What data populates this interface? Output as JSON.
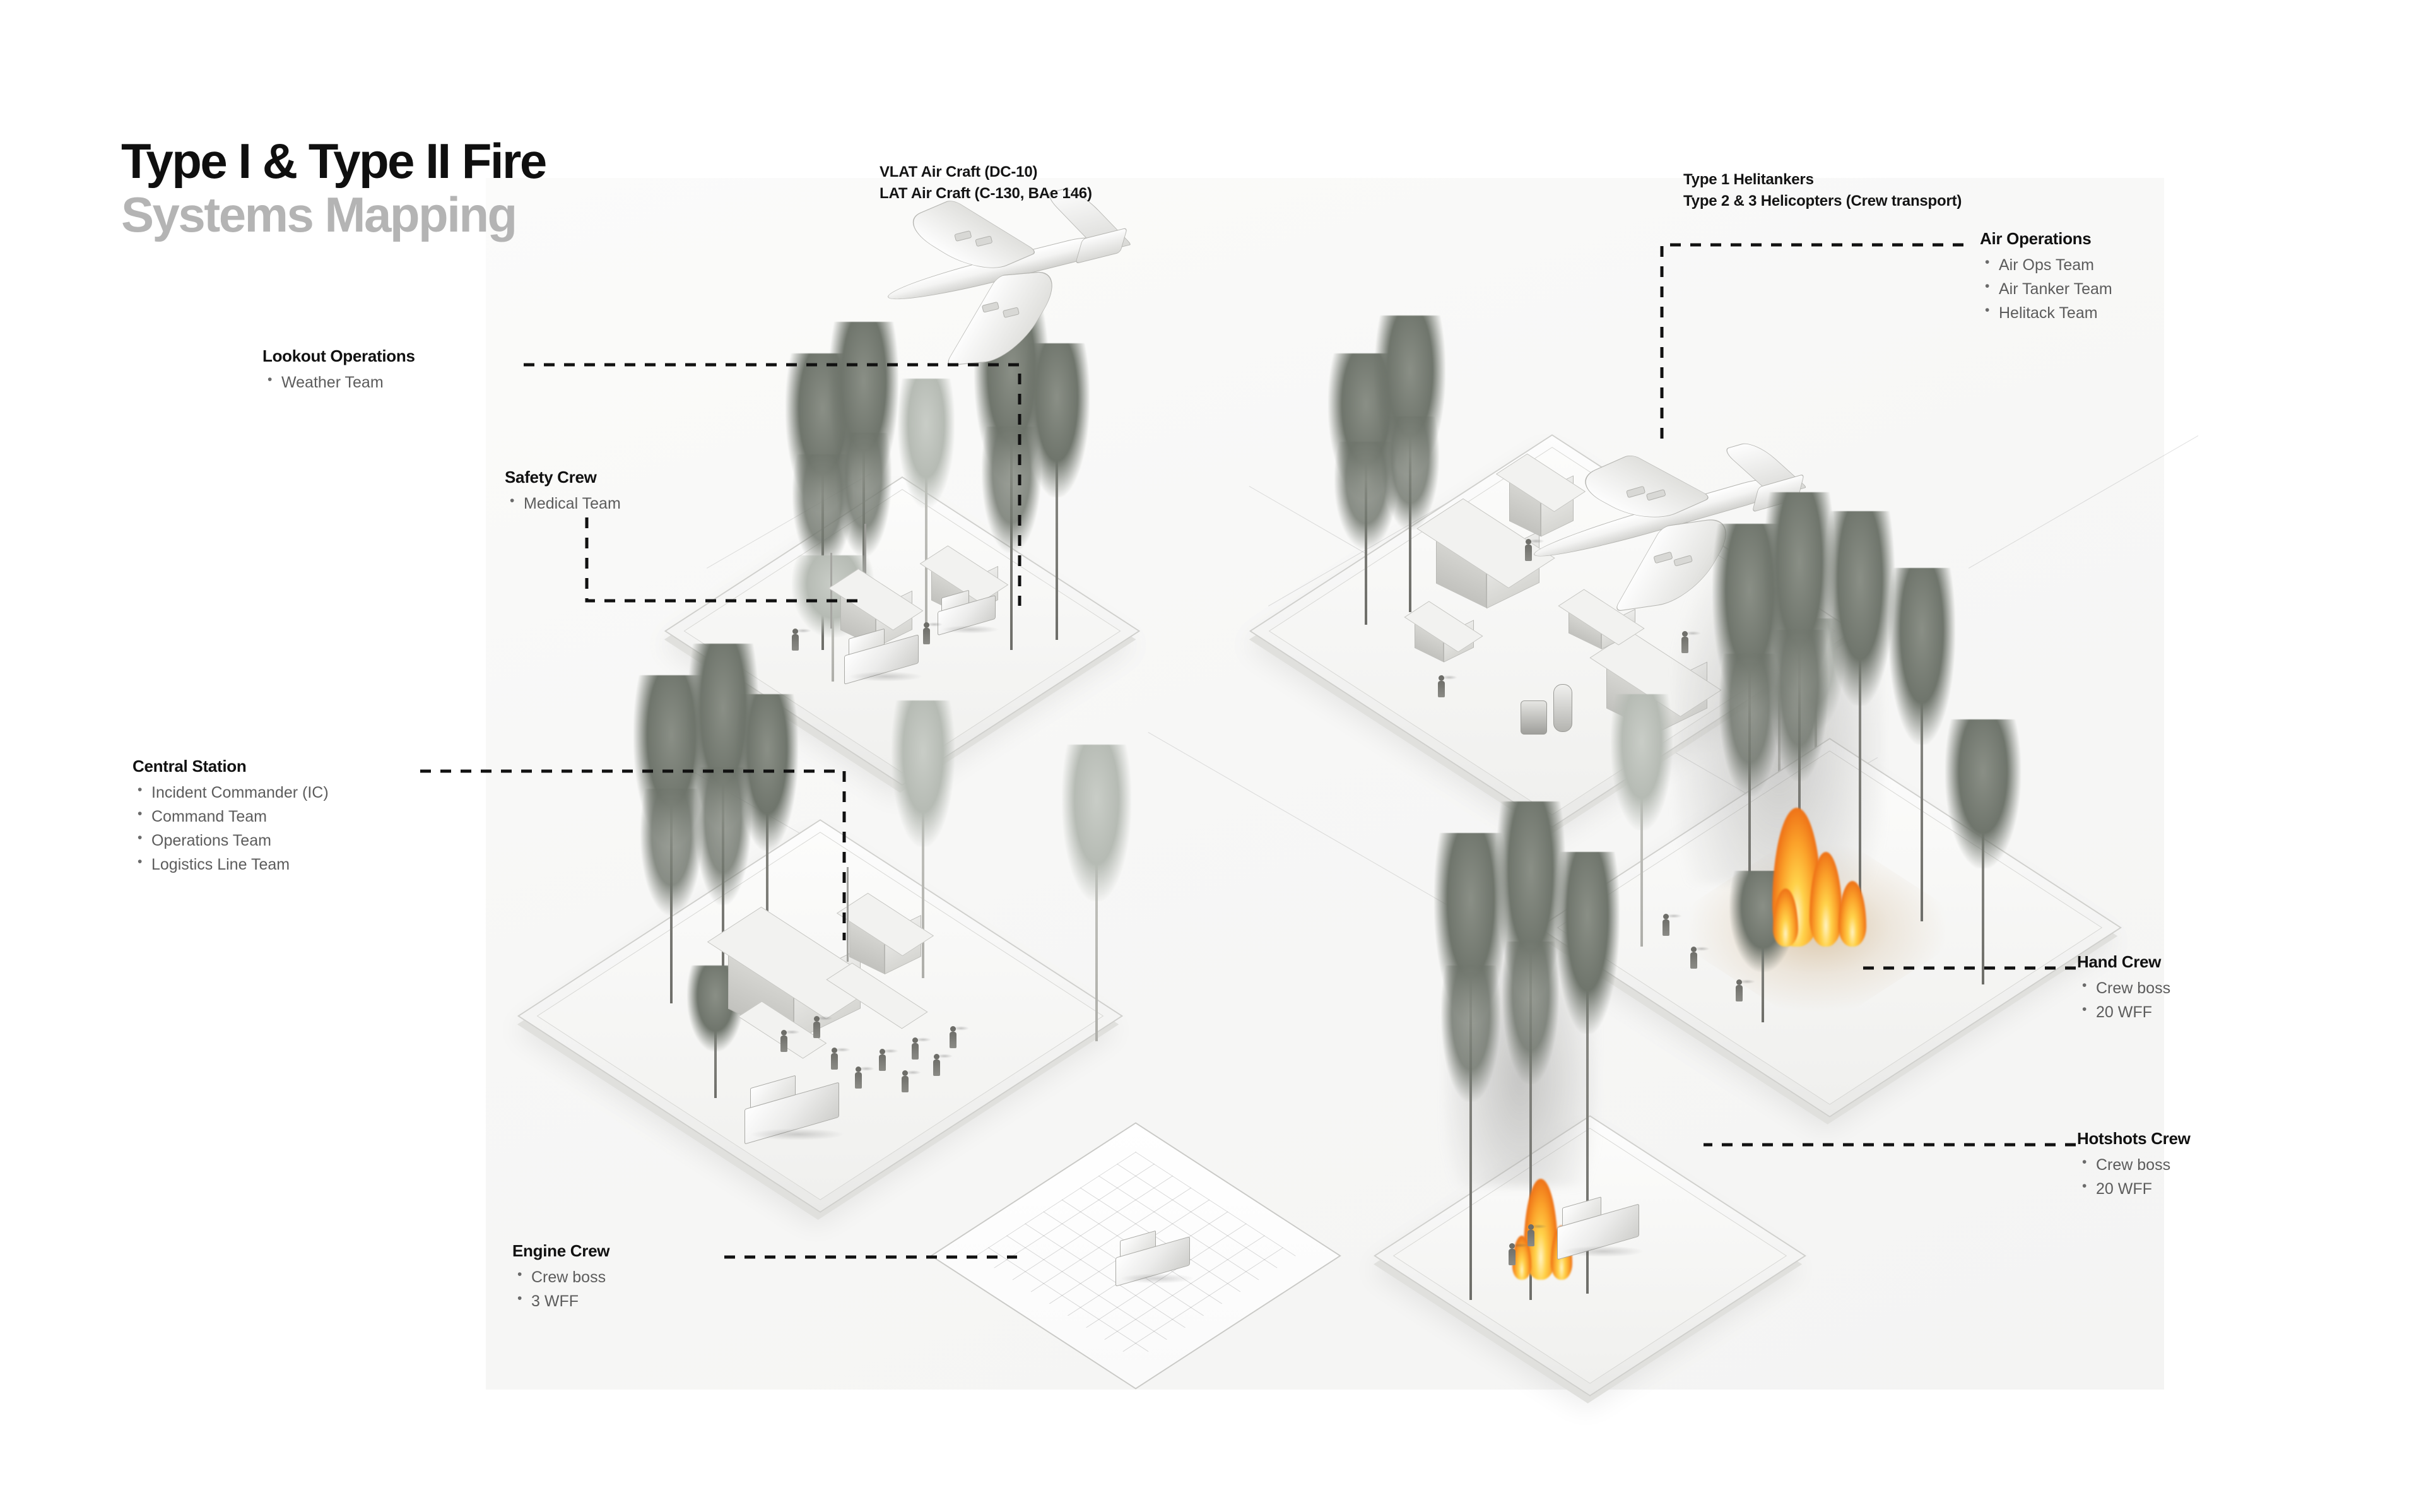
{
  "title": {
    "line1": "Type I & Type II Fire",
    "line2": "Systems Mapping"
  },
  "captions": {
    "aircraft": {
      "line1": "VLAT Air Craft (DC-10)",
      "line2": "LAT Air Craft (C-130, BAe 146)"
    },
    "helicopters": {
      "line1": "Type 1 Helitankers",
      "line2": "Type 2 & 3 Helicopters (Crew transport)"
    }
  },
  "annotations": [
    {
      "id": "lookout-operations",
      "heading": "Lookout Operations",
      "items": [
        "Weather Team"
      ]
    },
    {
      "id": "safety-crew",
      "heading": "Safety Crew",
      "items": [
        "Medical Team"
      ]
    },
    {
      "id": "central-station",
      "heading": "Central Station",
      "items": [
        "Incident Commander (IC)",
        "Command Team",
        "Operations Team",
        "Logistics Line Team"
      ]
    },
    {
      "id": "engine-crew",
      "heading": "Engine Crew",
      "items": [
        "Crew boss",
        "3 WFF"
      ]
    },
    {
      "id": "air-operations",
      "heading": "Air Operations",
      "items": [
        "Air Ops Team",
        "Air Tanker Team",
        "Helitack Team"
      ]
    },
    {
      "id": "hand-crew",
      "heading": "Hand Crew",
      "items": [
        "Crew boss",
        "20 WFF"
      ]
    },
    {
      "id": "hotshots-crew",
      "heading": "Hotshots Crew",
      "items": [
        "Crew boss",
        "20 WFF"
      ]
    }
  ],
  "colors": {
    "title_primary": "#0f0f0f",
    "title_secondary": "#b4b4b4",
    "heading": "#111111",
    "list_text": "#5c5c5c",
    "connector": "#111111",
    "flame": "#f59425",
    "background": "#ffffff",
    "scene_background": "#f7f7f6"
  }
}
